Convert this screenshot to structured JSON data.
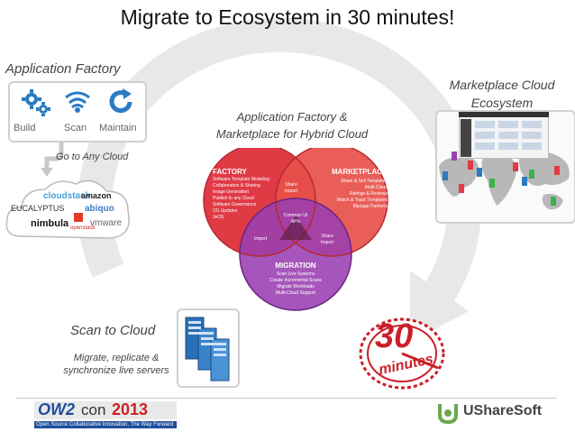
{
  "title": "Migrate to Ecosystem in 30 minutes!",
  "app_factory": {
    "title": "Application Factory",
    "items": [
      {
        "label": "Build",
        "icon": "gears-icon"
      },
      {
        "label": "Scan",
        "icon": "wifi-scan-icon"
      },
      {
        "label": "Maintain",
        "icon": "refresh-icon"
      }
    ],
    "go_to_cloud": "Go to Any Cloud"
  },
  "clouds": {
    "logos": [
      "cloudstack",
      "amazon",
      "EUCALYPTUS",
      "abiquo",
      "nimbula",
      "vmware",
      "openstack"
    ]
  },
  "center_caption": [
    "Application Factory &",
    "Marketplace for Hybrid Cloud"
  ],
  "marketplace": {
    "title": [
      "Marketplace Cloud",
      "Ecosystem"
    ]
  },
  "venn": {
    "factory": {
      "title": "FACTORY",
      "lines": [
        "Software Template Modeling",
        "Collaboration & Sharing",
        "Image Generation",
        "Publish to any Cloud",
        "Software Governance",
        "OS Updates",
        "JeOS"
      ]
    },
    "marketplace": {
      "title": "MARKETPLACE",
      "lines": [
        "Share & Sell Templates",
        "Multi-Cloud",
        "Ratings & Reviews",
        "Watch & Track Templates",
        "Manage Partners"
      ]
    },
    "migration": {
      "title": "MIGRATION",
      "lines": [
        "Scan Live Systems",
        "Create Incremental Scans",
        "Migrate Workloads",
        "Multi-Cloud Support"
      ]
    },
    "share_import_top": [
      "Share",
      "Import"
    ],
    "import_left": "Import",
    "share_import_right": [
      "Share",
      "Import"
    ],
    "common": [
      "Common UI",
      "APIs"
    ]
  },
  "scan": {
    "title": "Scan to Cloud",
    "sub": [
      "Migrate, replicate &",
      "synchronize live servers"
    ]
  },
  "thirty": {
    "number": "30",
    "word": "minutes"
  },
  "footer": {
    "ow2": {
      "brand": "OW2",
      "con": "con",
      "year": "2013",
      "tagline": "Open Source Collaborative Innovation, The Way Forward"
    },
    "ushare": {
      "brand": "UShareSoft"
    }
  },
  "colors": {
    "factory": "#e03a45",
    "marketplace": "#e8504a",
    "migration": "#9a3fb0",
    "arrow": "#e6e6e6"
  }
}
